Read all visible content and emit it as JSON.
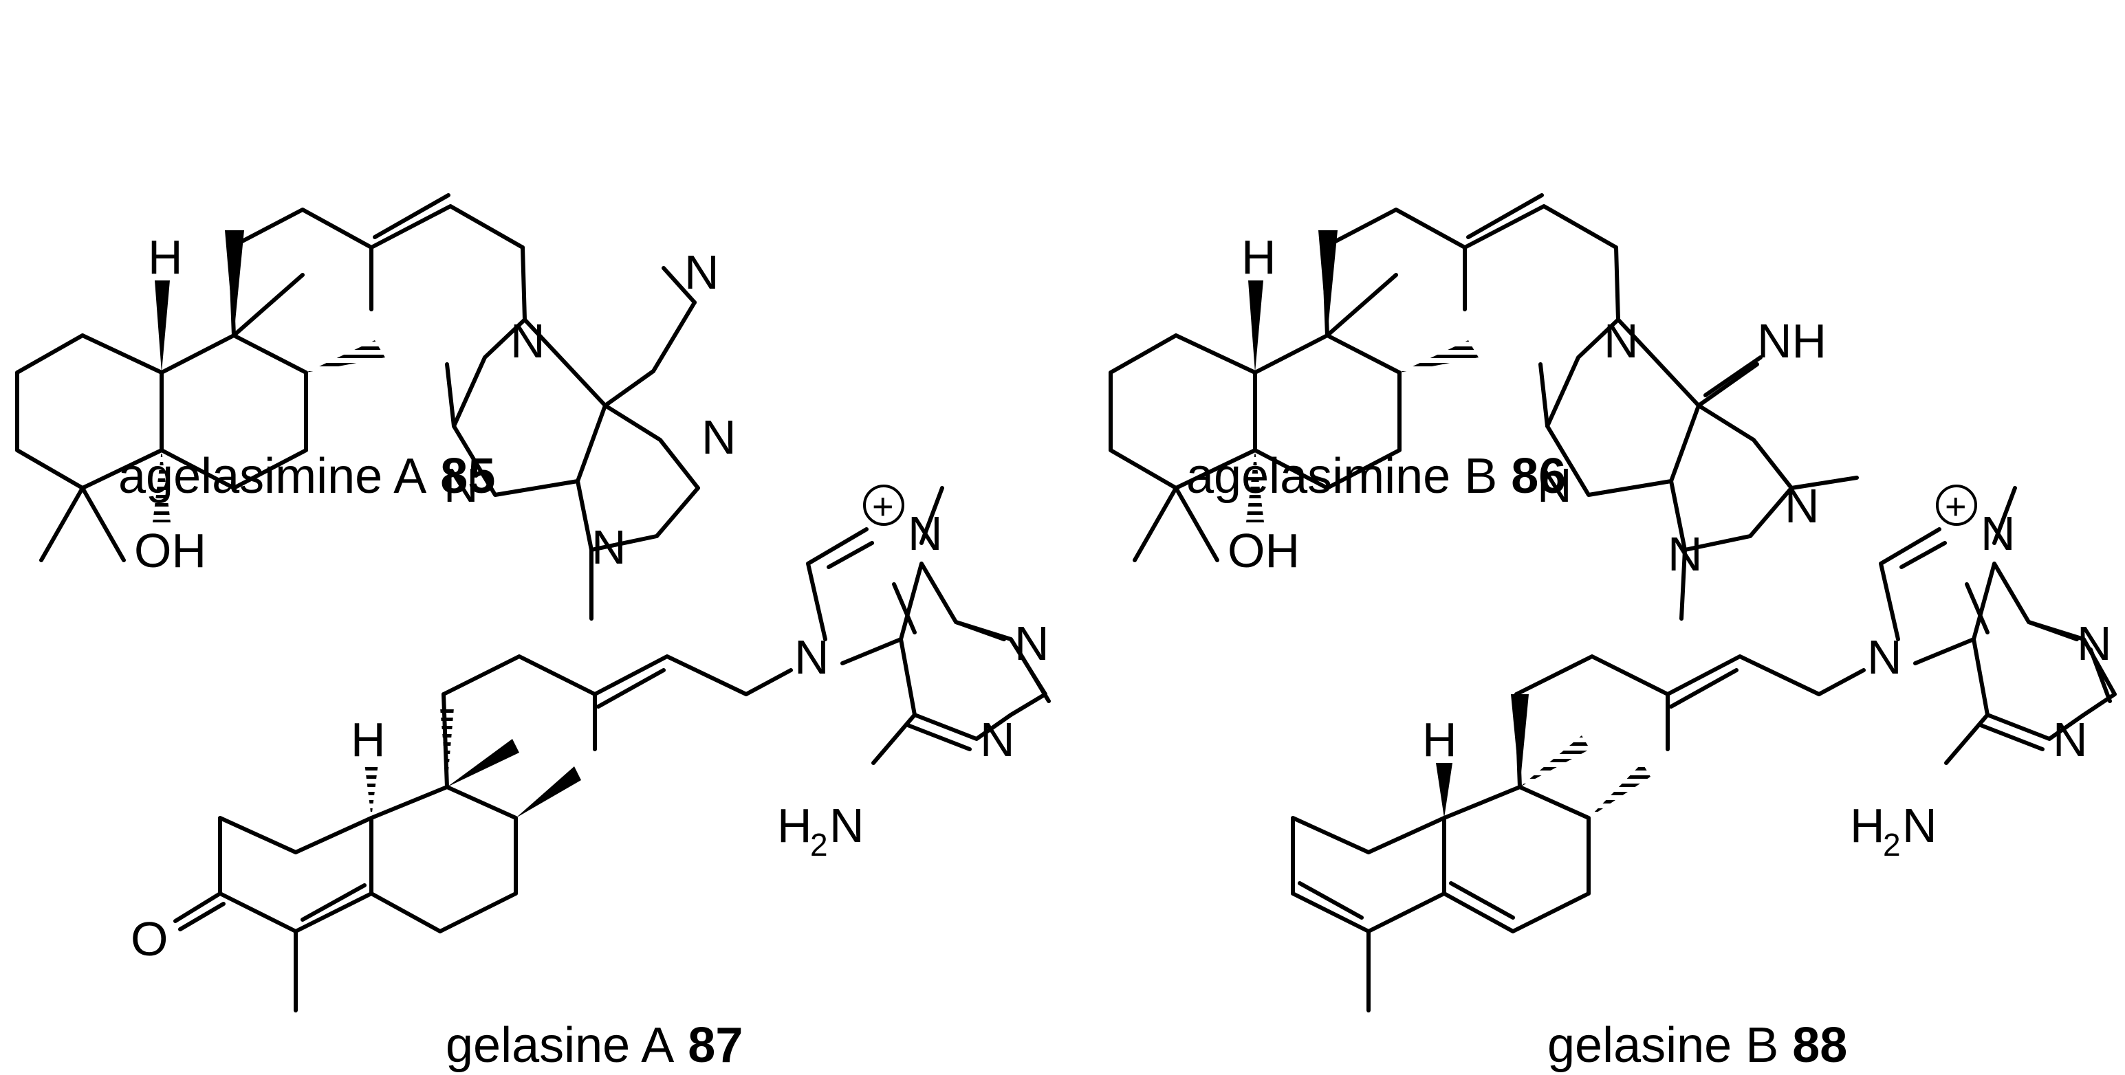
{
  "compounds": [
    {
      "name": "agelasimine A",
      "number": "85",
      "atom_labels": {
        "h": "H",
        "oh": "OH",
        "n_exo": "N",
        "n7": "N",
        "n1": "N",
        "n9": "N",
        "n3": "N"
      }
    },
    {
      "name": "agelasimine B",
      "number": "86",
      "atom_labels": {
        "h": "H",
        "oh": "OH",
        "nh": "NH",
        "n7": "N",
        "n1": "N",
        "n9": "N",
        "n3": "N"
      }
    },
    {
      "name": "gelasine A",
      "number": "87",
      "atom_labels": {
        "h": "H",
        "o": "O",
        "plus": "+",
        "n_me": "N",
        "n_bridge": "N",
        "n_r1": "N",
        "n_r2": "N",
        "h2n_h": "H",
        "h2n_2": "2",
        "h2n_n": "N"
      }
    },
    {
      "name": "gelasine B",
      "number": "88",
      "atom_labels": {
        "h": "H",
        "plus": "+",
        "n_me": "N",
        "n_bridge": "N",
        "n_r1": "N",
        "n_r2": "N",
        "h2n_h": "H",
        "h2n_2": "2",
        "h2n_n": "N"
      }
    }
  ],
  "colors": {
    "ink": "#000000",
    "background": "#ffffff"
  }
}
